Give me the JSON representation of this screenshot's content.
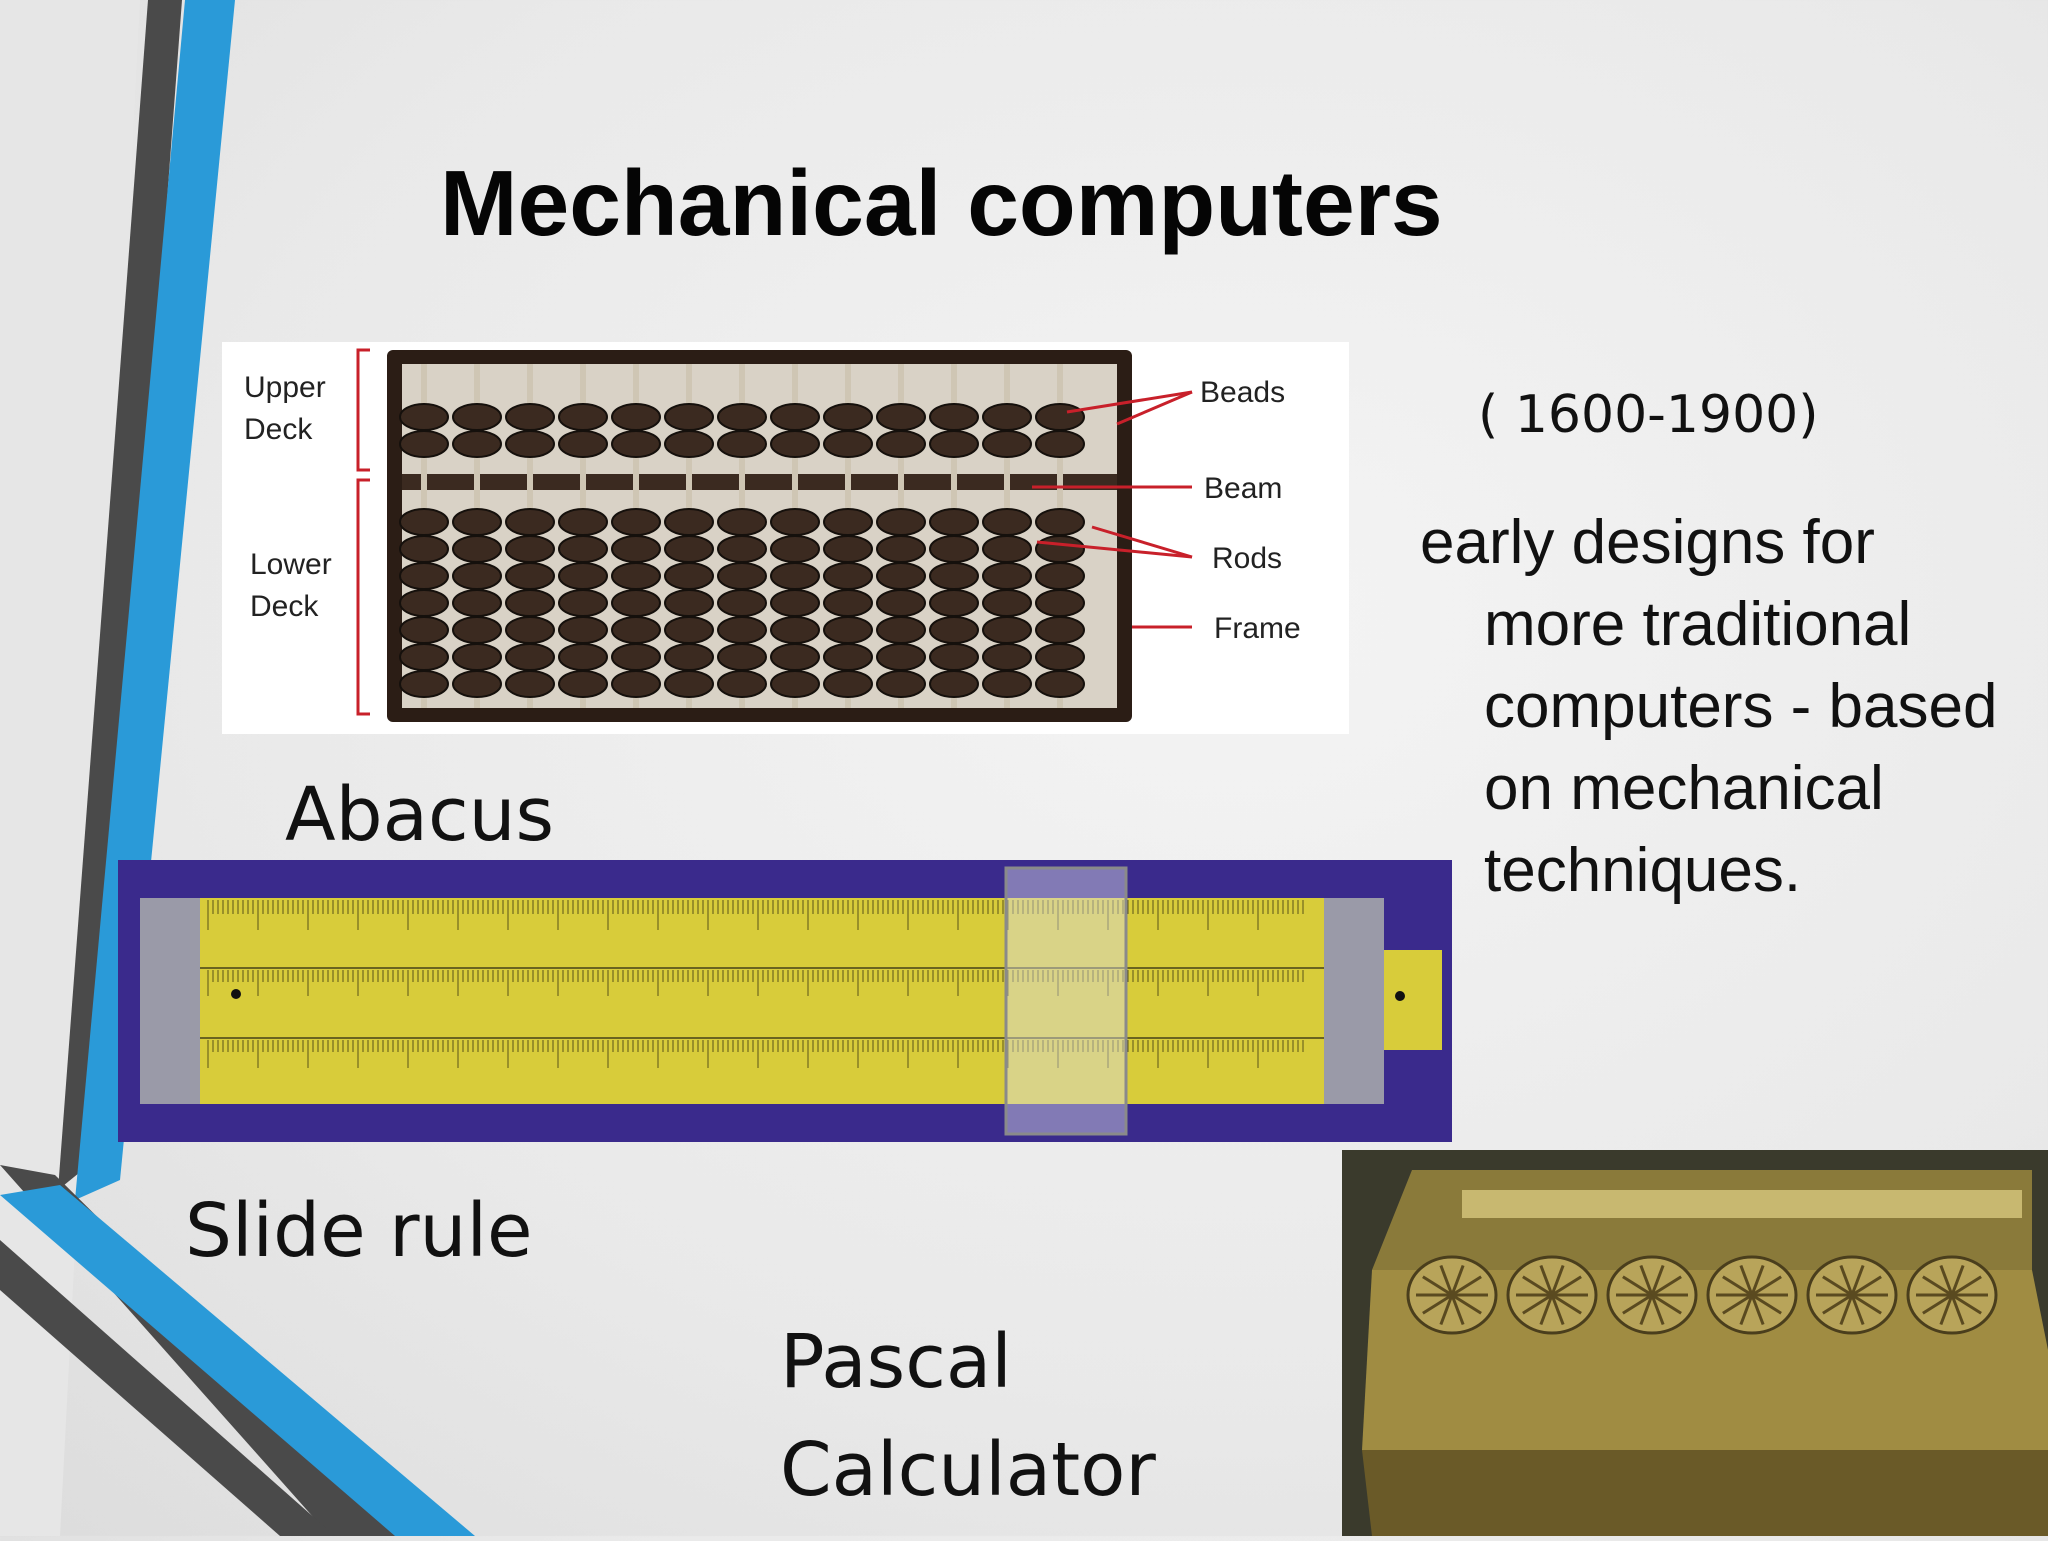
{
  "slide": {
    "title": "Mechanical computers",
    "years": "( 1600-1900)",
    "description": "early designs for more traditional computers - based on mechanical techniques."
  },
  "abacus": {
    "caption": "Abacus",
    "labels": {
      "upper_deck": [
        "Upper",
        "Deck"
      ],
      "lower_deck": [
        "Lower",
        "Deck"
      ],
      "beads": "Beads",
      "beam": "Beam",
      "rods": "Rods",
      "frame": "Frame"
    }
  },
  "slide_rule": {
    "caption": "Slide rule"
  },
  "pascal": {
    "caption_line1": "Pascal",
    "caption_line2": "Calculator"
  },
  "colors": {
    "accent_blue": "#2a9ad8",
    "accent_dark": "#4a4a4a",
    "slide_rule_bg": "#3a2a8c",
    "slide_rule_yellow": "#d8cc3a",
    "abacus_bead": "#3b2a20",
    "annotation_red": "#c8202a"
  }
}
